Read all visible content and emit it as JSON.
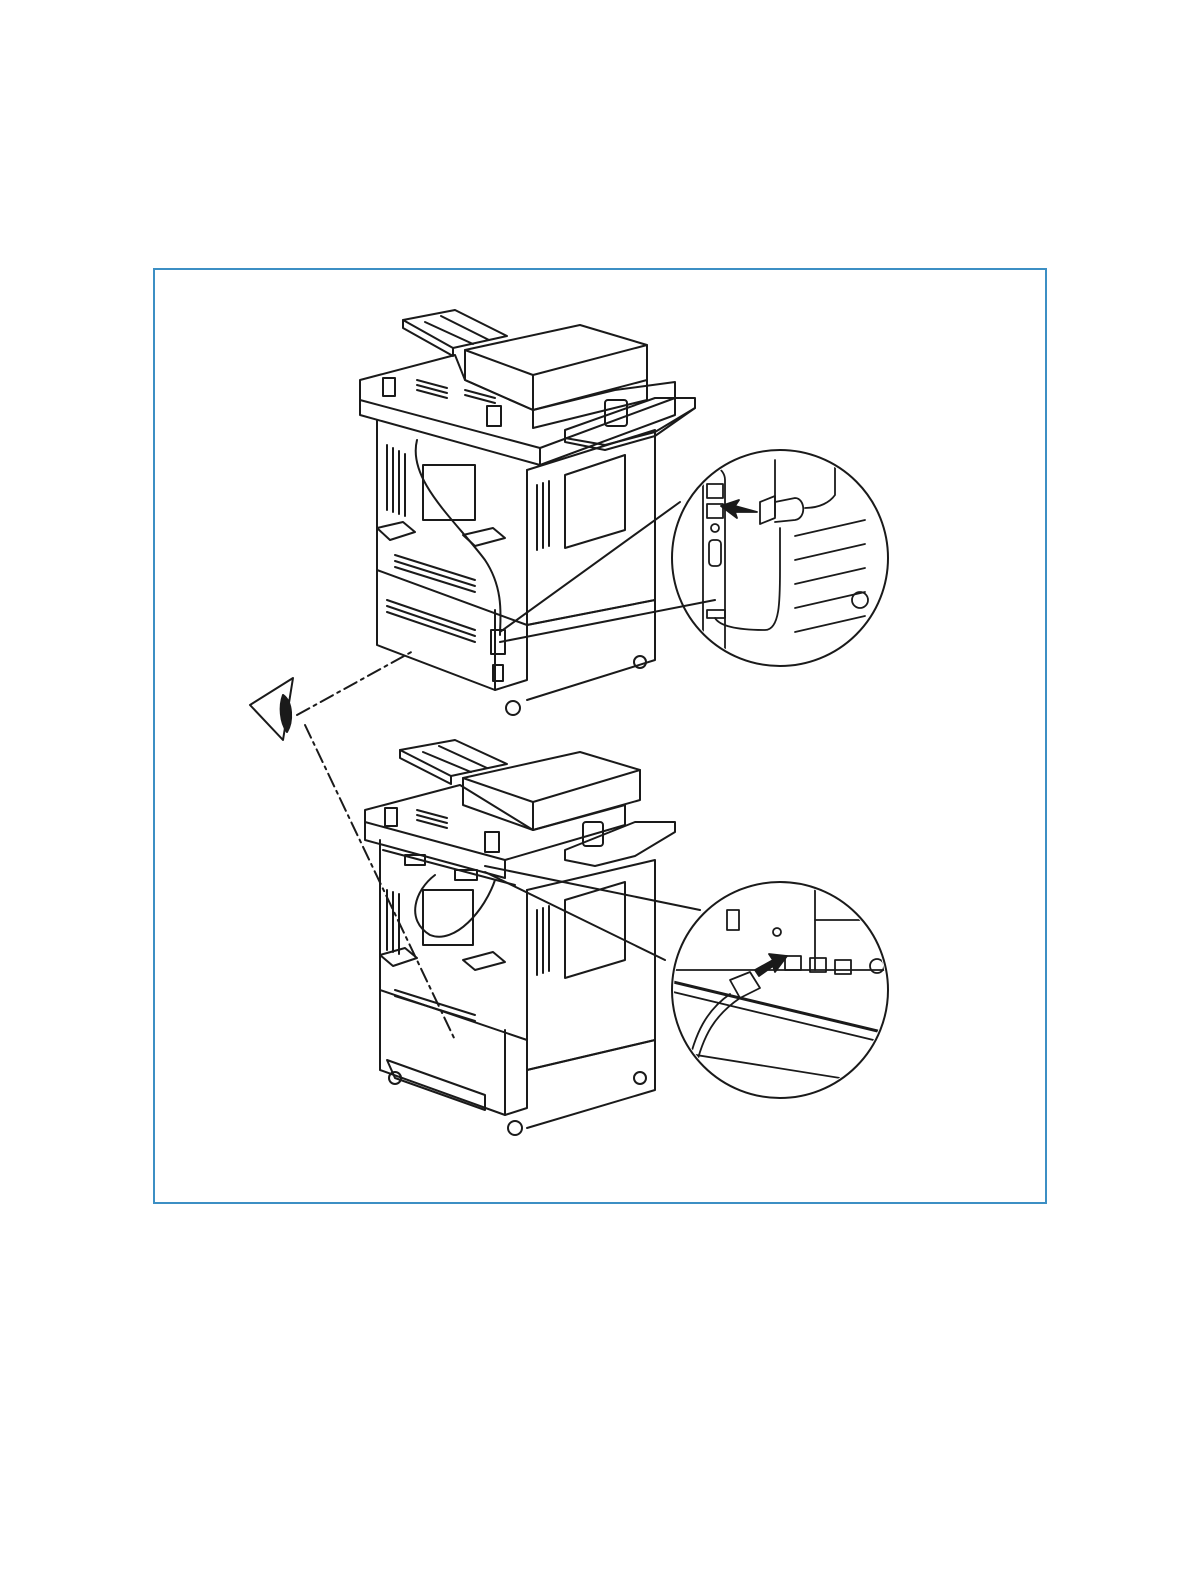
{
  "page": {
    "background": "#ffffff"
  },
  "figure": {
    "frame_color": "#3c8fc4",
    "line_color": "#1a1a1a",
    "panels": [
      {
        "id": "top",
        "icon": "printer-rear-view",
        "callout_icon": "rear-port-cable-connector"
      },
      {
        "id": "bottom",
        "icon": "printer-rear-view",
        "callout_icon": "network-cable-port"
      }
    ],
    "viewer_icon": "viewer-eye-icon"
  }
}
